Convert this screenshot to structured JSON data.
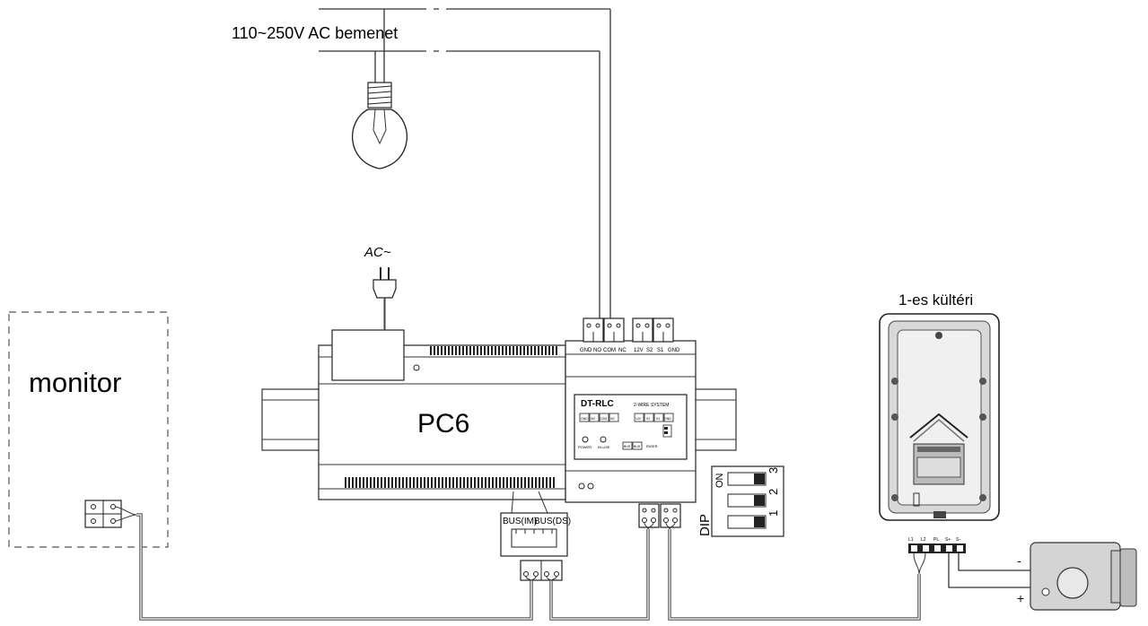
{
  "labels": {
    "ac_input": "110~250V AC bemenet",
    "ac_plug": "AC~",
    "monitor": "monitor",
    "psu": "PC6",
    "outdoor_station": "1-es kültéri",
    "bus_im": "BUS(IM)",
    "bus_ds": "BUS(DS)",
    "dip": "DIP",
    "dip_on": "ON"
  },
  "relay": {
    "name": "DT-RLC",
    "subtitle": "2-WIRE SYSTEM",
    "top_terminals": [
      "GND",
      "NO",
      "COM",
      "NC",
      "12V",
      "S2",
      "S1",
      "GND"
    ],
    "face_terminals": [
      "GND",
      "NO",
      "COM",
      "NC",
      "12V",
      "S2",
      "S1",
      "GND"
    ],
    "indicators": [
      "POWER",
      "IN-USE"
    ],
    "bus_labels": [
      "BUS",
      "BUS"
    ],
    "ringer": "RIGER"
  },
  "dip_switches": [
    "3",
    "2",
    "1"
  ],
  "outdoor_terminals": [
    "L1",
    "L2",
    "PL",
    "S+",
    "S-"
  ],
  "lock_polarity": [
    "-",
    "+"
  ]
}
